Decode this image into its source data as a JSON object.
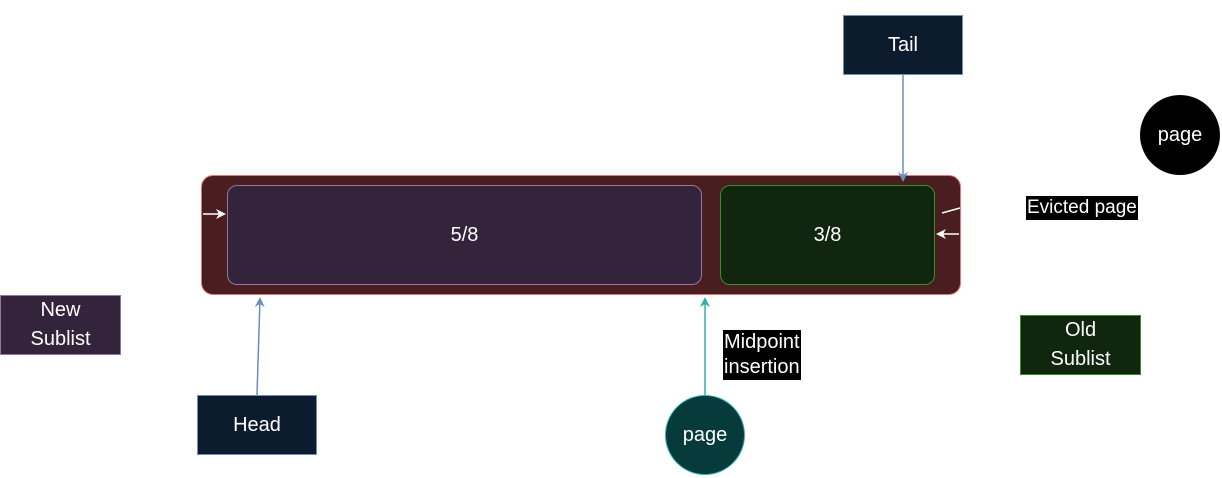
{
  "segments": {
    "new_fraction_label": "5/8",
    "old_fraction_label": "3/8"
  },
  "pointers": {
    "tail_label": "Tail",
    "head_label": "Head"
  },
  "pages": {
    "evicted_page_label": "page",
    "inserted_page_label": "page"
  },
  "annotations": {
    "midpoint_insertion": "Midpoint\ninsertion",
    "evicted_page": "Evicted page"
  },
  "legend": {
    "new_sublist": "New\nSublist",
    "old_sublist": "Old\nSublist"
  },
  "colors": {
    "outer_bar_fill": "#4a1e1e",
    "outer_bar_stroke": "#e07878",
    "new_sublist_fill": "#33243b",
    "new_sublist_stroke": "#9673a6",
    "old_sublist_fill": "#11260f",
    "old_sublist_stroke": "#3a8a2e",
    "pointer_fill": "#0d1b2f",
    "pointer_stroke": "#6c8ebf",
    "insert_page_fill": "#073b3b",
    "insert_arrow": "#2fb0b0",
    "evict_arrow": "#ffffff"
  }
}
